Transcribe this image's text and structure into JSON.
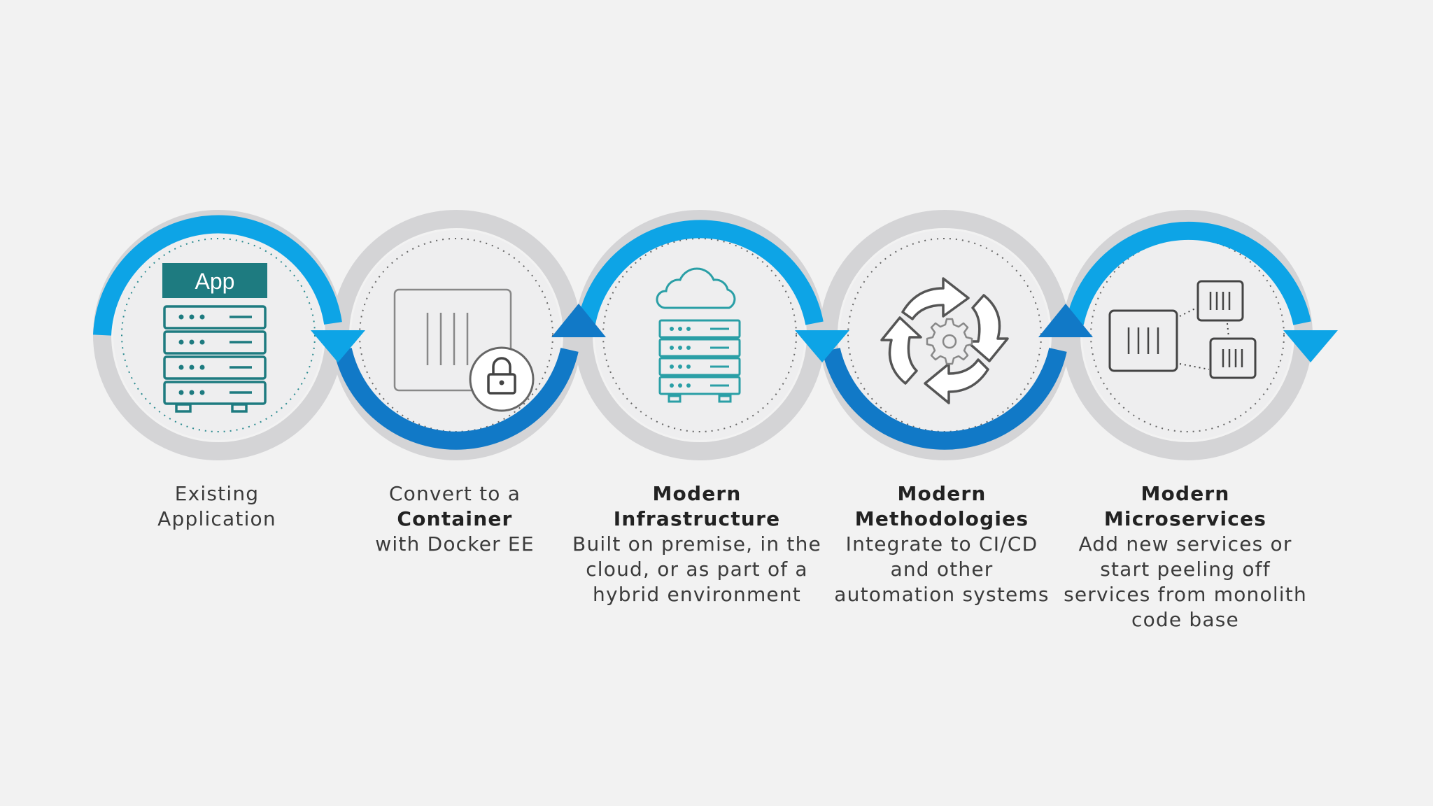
{
  "steps": [
    {
      "id": "existing-application",
      "icon": "app-server-icon",
      "icon_label": "App",
      "caption": {
        "before": [
          "Existing",
          "Application"
        ],
        "bold": [],
        "after": []
      }
    },
    {
      "id": "container",
      "icon": "locked-container-icon",
      "caption": {
        "before": [
          "Convert to a"
        ],
        "bold": [
          "Container"
        ],
        "after": [
          "with Docker EE"
        ]
      }
    },
    {
      "id": "modern-infrastructure",
      "icon": "cloud-server-icon",
      "caption": {
        "before": [],
        "bold": [
          "Modern",
          "Infrastructure"
        ],
        "after": [
          "Built on premise, in the",
          "cloud, or as part of a",
          "hybrid environment"
        ]
      }
    },
    {
      "id": "modern-methodologies",
      "icon": "cycle-arrows-gear-icon",
      "caption": {
        "before": [],
        "bold": [
          "Modern",
          "Methodologies"
        ],
        "after": [
          "Integrate to CI/CD",
          "and other",
          "automation systems"
        ]
      }
    },
    {
      "id": "modern-microservices",
      "icon": "microservices-icon",
      "caption": {
        "before": [],
        "bold": [
          "Modern",
          "Microservices"
        ],
        "after": [
          "Add new services or",
          "start peeling off",
          "services from monolith",
          "code base"
        ]
      }
    }
  ],
  "colors": {
    "background": "#f2f2f2",
    "ring_gray": "#d4d4d6",
    "arc_light_blue": "#0da4e6",
    "arc_dark_blue": "#1179c7",
    "teal": "#1e7b80",
    "icon_gray": "#555555",
    "text": "#3b3b3b"
  }
}
